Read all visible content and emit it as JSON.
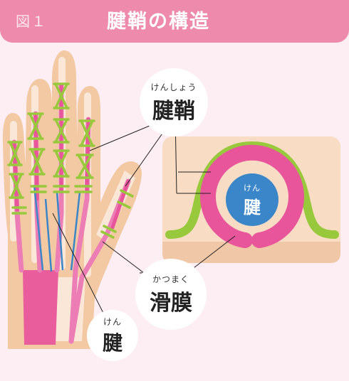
{
  "header": {
    "figure_label": "図１",
    "title": "腱鞘の構造"
  },
  "labels": {
    "tendon_sheath": {
      "ruby": "けんしょう",
      "text": "腱鞘"
    },
    "synovium": {
      "ruby": "かつまく",
      "text": "滑膜"
    },
    "tendon": {
      "ruby": "けん",
      "text": "腱"
    },
    "cross_section_tendon": {
      "ruby": "けん",
      "text": "腱"
    }
  },
  "colors": {
    "header": "#ee8aac",
    "background": "#fdeef4",
    "tendon_pink": "#e8559a",
    "sheath_green": "#98c93c",
    "tendon_blue": "#3b86c8",
    "skin": "#f3c9a3"
  }
}
